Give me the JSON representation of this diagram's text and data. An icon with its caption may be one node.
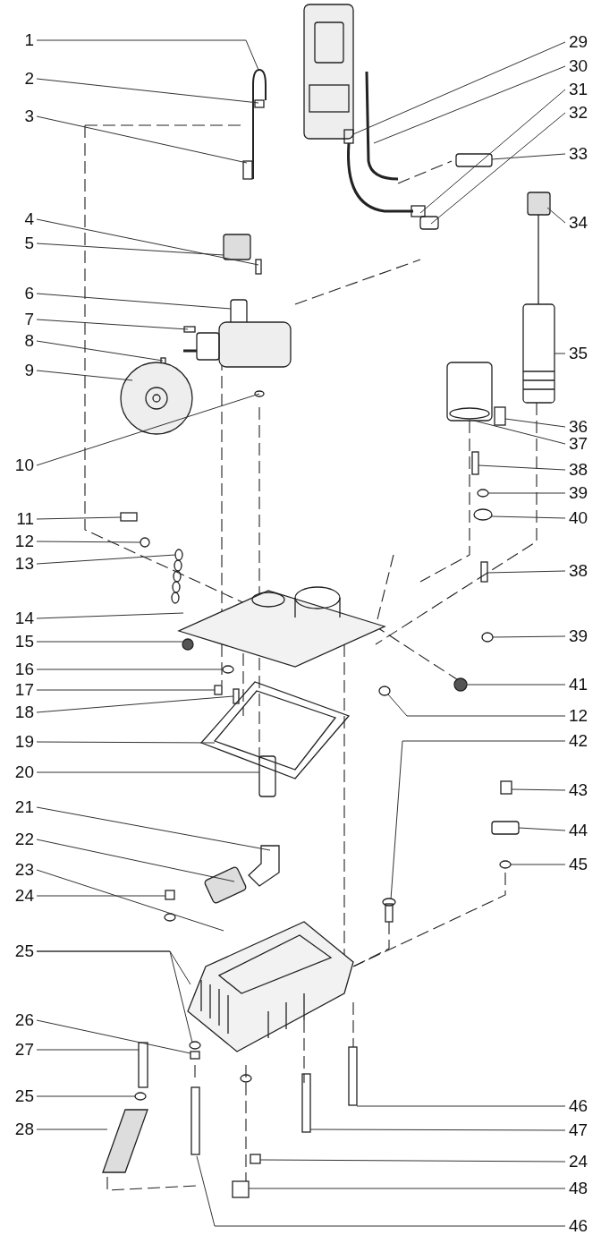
{
  "diagram": {
    "nodes": [
      {
        "text": [
          "1"
        ]
      },
      {
        "text": [
          "2"
        ]
      },
      {
        "text": [
          "3"
        ]
      },
      {
        "text": [
          "4"
        ]
      },
      {
        "text": [
          "5"
        ]
      },
      {
        "text": [
          "6"
        ]
      },
      {
        "text": [
          "7"
        ]
      },
      {
        "text": [
          "8"
        ]
      },
      {
        "text": [
          "9"
        ]
      },
      {
        "text": [
          "10"
        ]
      },
      {
        "text": [
          "11"
        ]
      },
      {
        "text": [
          "12"
        ]
      },
      {
        "text": [
          "13"
        ]
      },
      {
        "text": [
          "14"
        ]
      },
      {
        "text": [
          "15"
        ]
      },
      {
        "text": [
          "16"
        ]
      },
      {
        "text": [
          "17"
        ]
      },
      {
        "text": [
          "18"
        ]
      },
      {
        "text": [
          "19"
        ]
      },
      {
        "text": [
          "20"
        ]
      },
      {
        "text": [
          "21"
        ]
      },
      {
        "text": [
          "22"
        ]
      },
      {
        "text": [
          "23"
        ]
      },
      {
        "text": [
          "24"
        ]
      },
      {
        "text": [
          "25"
        ]
      },
      {
        "text": [
          "26"
        ]
      },
      {
        "text": [
          "27"
        ]
      },
      {
        "text": [
          "25"
        ]
      },
      {
        "text": [
          "28"
        ]
      },
      {
        "text": [
          "29"
        ]
      },
      {
        "text": [
          "30"
        ]
      },
      {
        "text": [
          "31"
        ]
      },
      {
        "text": [
          "32"
        ]
      },
      {
        "text": [
          "33"
        ]
      },
      {
        "text": [
          "34"
        ]
      },
      {
        "text": [
          "35"
        ]
      },
      {
        "text": [
          "36"
        ]
      },
      {
        "text": [
          "37"
        ]
      },
      {
        "text": [
          "38"
        ]
      },
      {
        "text": [
          "39"
        ]
      },
      {
        "text": [
          "40"
        ]
      },
      {
        "text": [
          "38"
        ]
      },
      {
        "text": [
          "39"
        ]
      },
      {
        "text": [
          "41"
        ]
      },
      {
        "text": [
          "12"
        ]
      },
      {
        "text": [
          "42"
        ]
      },
      {
        "text": [
          "43"
        ]
      },
      {
        "text": [
          "44"
        ]
      },
      {
        "text": [
          "45"
        ]
      },
      {
        "text": [
          "46"
        ]
      },
      {
        "text": [
          "47"
        ]
      },
      {
        "text": [
          "24"
        ]
      },
      {
        "text": [
          "48"
        ]
      },
      {
        "text": [
          "46"
        ]
      }
    ],
    "edges": [
      {
        "from": 0,
        "to": null,
        "arrow": "none"
      },
      {
        "from": 1,
        "to": null,
        "arrow": "none"
      },
      {
        "from": 2,
        "to": null,
        "arrow": "none"
      },
      {
        "from": 3,
        "to": null,
        "arrow": "none"
      },
      {
        "from": 4,
        "to": null,
        "arrow": "none"
      },
      {
        "from": 5,
        "to": null,
        "arrow": "none"
      },
      {
        "from": 6,
        "to": null,
        "arrow": "none"
      },
      {
        "from": 7,
        "to": null,
        "arrow": "none"
      },
      {
        "from": 8,
        "to": null,
        "arrow": "none"
      },
      {
        "from": 9,
        "to": null,
        "arrow": "none"
      },
      {
        "from": 10,
        "to": null,
        "arrow": "none"
      },
      {
        "from": 11,
        "to": null,
        "arrow": "none"
      },
      {
        "from": 12,
        "to": null,
        "arrow": "none"
      },
      {
        "from": 13,
        "to": null,
        "arrow": "none"
      },
      {
        "from": 14,
        "to": null,
        "arrow": "none"
      },
      {
        "from": 15,
        "to": null,
        "arrow": "none"
      },
      {
        "from": 16,
        "to": null,
        "arrow": "none"
      },
      {
        "from": 17,
        "to": null,
        "arrow": "none"
      },
      {
        "from": 18,
        "to": null,
        "arrow": "none"
      },
      {
        "from": 19,
        "to": null,
        "arrow": "none"
      },
      {
        "from": 20,
        "to": null,
        "arrow": "none"
      },
      {
        "from": 21,
        "to": null,
        "arrow": "none"
      },
      {
        "from": 22,
        "to": null,
        "arrow": "none"
      },
      {
        "from": 23,
        "to": null,
        "arrow": "none"
      },
      {
        "from": 24,
        "to": null,
        "arrow": "none"
      },
      {
        "from": 24,
        "to": null,
        "arrow": "none"
      },
      {
        "from": 25,
        "to": null,
        "arrow": "none"
      },
      {
        "from": 26,
        "to": null,
        "arrow": "none"
      },
      {
        "from": 27,
        "to": null,
        "arrow": "none"
      },
      {
        "from": 28,
        "to": null,
        "arrow": "none"
      },
      {
        "from": 29,
        "to": null,
        "arrow": "none"
      },
      {
        "from": 30,
        "to": null,
        "arrow": "none"
      },
      {
        "from": 31,
        "to": null,
        "arrow": "none"
      },
      {
        "from": 32,
        "to": null,
        "arrow": "none"
      },
      {
        "from": 33,
        "to": null,
        "arrow": "none"
      },
      {
        "from": 34,
        "to": null,
        "arrow": "none"
      },
      {
        "from": 35,
        "to": null,
        "arrow": "none"
      },
      {
        "from": 36,
        "to": null,
        "arrow": "none"
      },
      {
        "from": 37,
        "to": null,
        "arrow": "none"
      },
      {
        "from": 38,
        "to": null,
        "arrow": "none"
      },
      {
        "from": 39,
        "to": null,
        "arrow": "none"
      },
      {
        "from": 40,
        "to": null,
        "arrow": "none"
      },
      {
        "from": 41,
        "to": null,
        "arrow": "none"
      },
      {
        "from": 42,
        "to": null,
        "arrow": "none"
      },
      {
        "from": 43,
        "to": null,
        "arrow": "none"
      },
      {
        "from": 44,
        "to": null,
        "arrow": "none"
      },
      {
        "from": 45,
        "to": null,
        "arrow": "none"
      },
      {
        "from": 46,
        "to": null,
        "arrow": "none"
      },
      {
        "from": 47,
        "to": null,
        "arrow": "none"
      },
      {
        "from": 48,
        "to": null,
        "arrow": "none"
      },
      {
        "from": 49,
        "to": null,
        "arrow": "none"
      },
      {
        "from": 50,
        "to": null,
        "arrow": "none"
      },
      {
        "from": 51,
        "to": null,
        "arrow": "none"
      },
      {
        "from": 52,
        "to": null,
        "arrow": "none"
      },
      {
        "from": 53,
        "to": null,
        "arrow": "none"
      }
    ]
  }
}
